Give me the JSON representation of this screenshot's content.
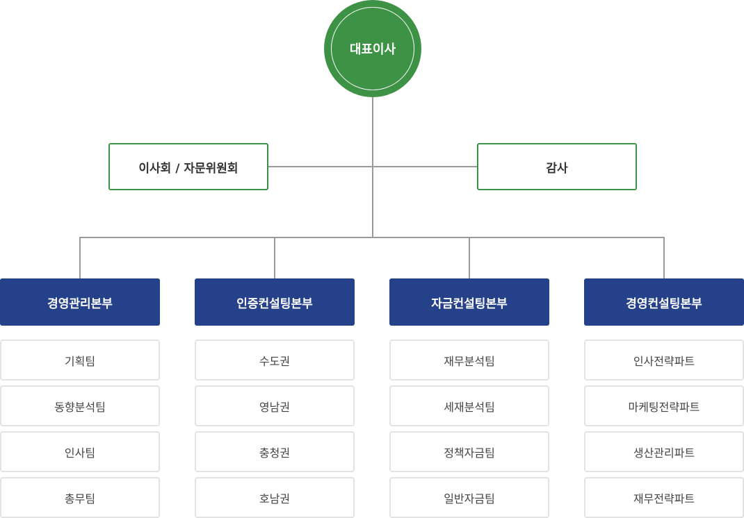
{
  "ceo": {
    "label": "대표이사"
  },
  "board": {
    "label": "이사회 / 자문위원회"
  },
  "audit": {
    "label": "감사"
  },
  "divisions": [
    {
      "label": "경영관리본부",
      "teams": [
        "기획팀",
        "동향분석팀",
        "인사팀",
        "총무팀"
      ]
    },
    {
      "label": "인증컨설팅본부",
      "teams": [
        "수도권",
        "영남권",
        "충청권",
        "호남권"
      ]
    },
    {
      "label": "자금컨설팅본부",
      "teams": [
        "재무분석팀",
        "세재분석팀",
        "정책자금팀",
        "일반자금팀"
      ]
    },
    {
      "label": "경영컨설팅본부",
      "teams": [
        "인사전략파트",
        "마케팅전략파트",
        "생산관리파트",
        "재무전략파트"
      ]
    }
  ],
  "colors": {
    "ceo": "#3d9246",
    "division": "#25418a",
    "connector": "#9a9a9a",
    "team_border": "#e3e3e3"
  }
}
